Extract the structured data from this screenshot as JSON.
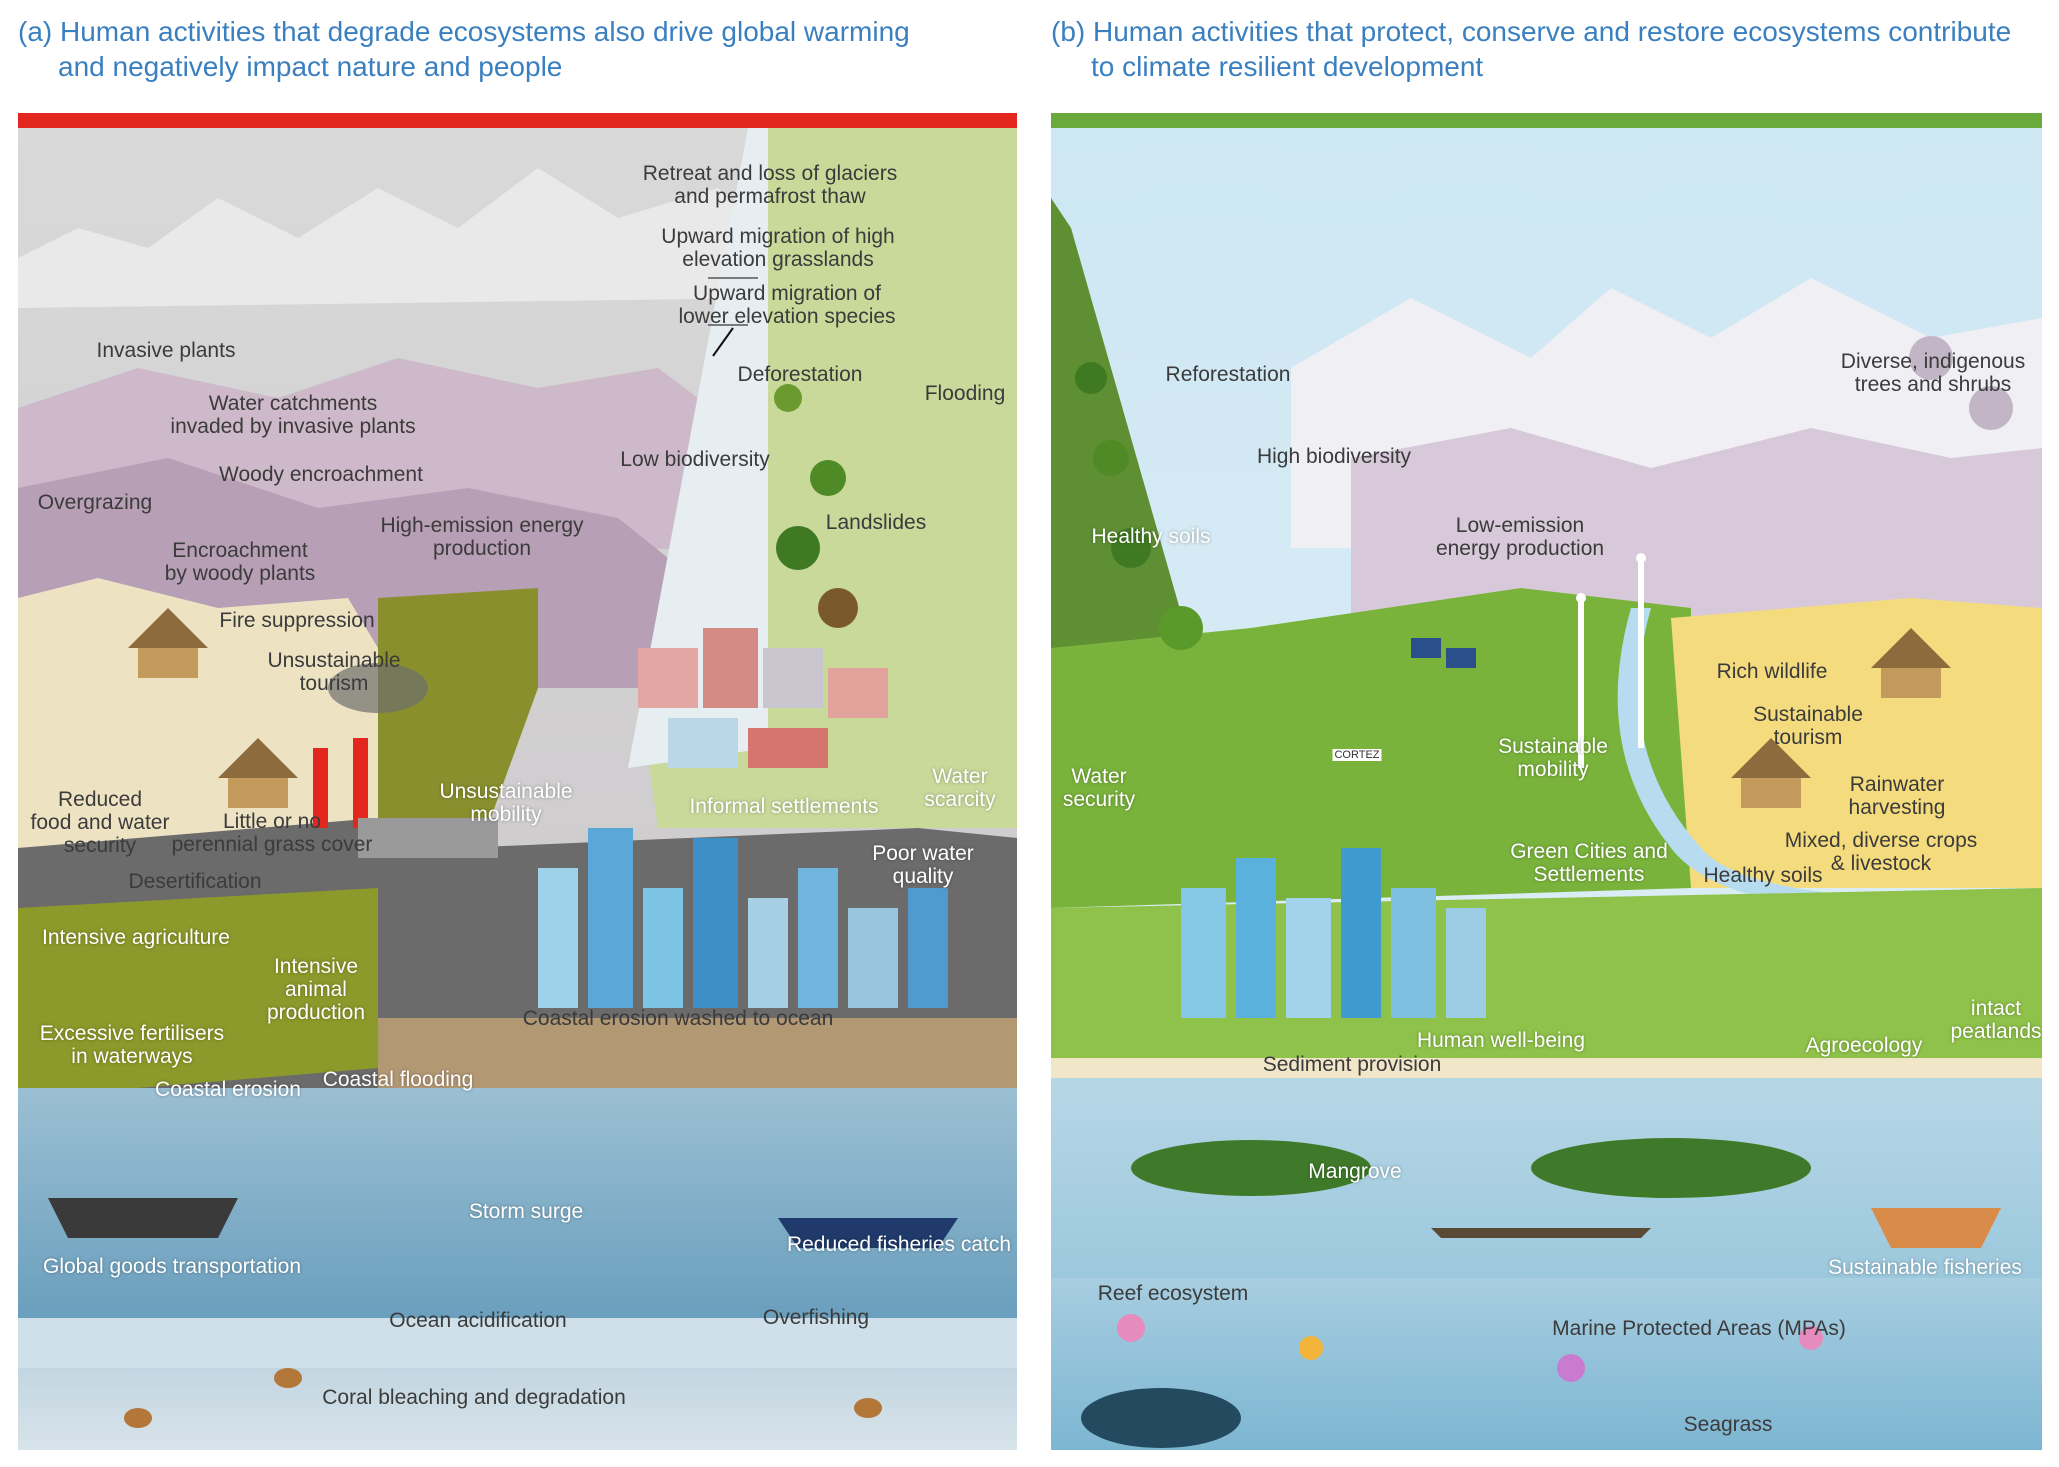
{
  "panel_a": {
    "heading_line1": "(a) Human activities that degrade ecosystems also drive global warming",
    "heading_line2": "and negatively impact nature and people",
    "accent_color": "#e3271e",
    "labels": {
      "retreat_glaciers": [
        "Retreat and loss of glaciers",
        "and permafrost thaw"
      ],
      "upward_grasslands": [
        "Upward migration of high",
        "elevation grasslands"
      ],
      "upward_species": [
        "Upward migration of",
        "lower elevation species"
      ],
      "invasive_plants": [
        "Invasive plants"
      ],
      "water_catchments": [
        "Water catchments",
        "invaded by invasive plants"
      ],
      "deforestation": [
        "Deforestation"
      ],
      "flooding": [
        "Flooding"
      ],
      "woody_encroachment": [
        "Woody encroachment"
      ],
      "low_biodiversity": [
        "Low biodiversity"
      ],
      "overgrazing": [
        "Overgrazing"
      ],
      "high_emission": [
        "High-emission energy",
        "production"
      ],
      "landslides": [
        "Landslides"
      ],
      "encroachment_woody": [
        "Encroachment",
        "by woody plants"
      ],
      "fire_suppression": [
        "Fire suppression"
      ],
      "unsustainable_tourism": [
        "Unsustainable",
        "tourism"
      ],
      "reduced_food": [
        "Reduced",
        "food and water",
        "security"
      ],
      "little_grass": [
        "Little or no",
        "perennial grass cover"
      ],
      "unsustainable_mobility": [
        "Unsustainable",
        "mobility"
      ],
      "informal_settlements": [
        "Informal settlements"
      ],
      "water_scarcity": [
        "Water",
        "scarcity"
      ],
      "poor_water": [
        "Poor water",
        "quality"
      ],
      "desertification": [
        "Desertification"
      ],
      "intensive_agriculture": [
        "Intensive agriculture"
      ],
      "intensive_animal": [
        "Intensive",
        "animal",
        "production"
      ],
      "excessive_fertilisers": [
        "Excessive fertilisers",
        "in waterways"
      ],
      "coastal_erosion_washed": [
        "Coastal erosion washed to ocean"
      ],
      "coastal_erosion": [
        "Coastal erosion"
      ],
      "coastal_flooding": [
        "Coastal flooding"
      ],
      "storm_surge": [
        "Storm surge"
      ],
      "reduced_fisheries": [
        "Reduced fisheries catch"
      ],
      "global_goods": [
        "Global goods transportation"
      ],
      "ocean_acidification": [
        "Ocean acidification"
      ],
      "overfishing": [
        "Overfishing"
      ],
      "coral_bleaching": [
        "Coral bleaching and degradation"
      ]
    }
  },
  "panel_b": {
    "heading_line1": "(b) Human activities that protect, conserve and restore ecosystems contribute",
    "heading_line2": "to climate resilient development",
    "accent_color": "#6aaa3c",
    "labels": {
      "reforestation": [
        "Reforestation"
      ],
      "diverse_trees": [
        "Diverse, indigenous",
        "trees and shrubs"
      ],
      "high_biodiversity": [
        "High biodiversity"
      ],
      "healthy_soils_1": [
        "Healthy soils"
      ],
      "low_emission": [
        "Low-emission",
        "energy production"
      ],
      "rich_wildlife": [
        "Rich wildlife"
      ],
      "sustainable_tourism": [
        "Sustainable",
        "tourism"
      ],
      "sustainable_mobility": [
        "Sustainable",
        "mobility"
      ],
      "water_security": [
        "Water",
        "security"
      ],
      "rainwater": [
        "Rainwater",
        "harvesting"
      ],
      "green_cities": [
        "Green Cities and",
        "Settlements"
      ],
      "mixed_crops": [
        "Mixed, diverse crops",
        "& livestock"
      ],
      "healthy_soils_2": [
        "Healthy soils"
      ],
      "intact_peatlands": [
        "intact",
        "peatlands"
      ],
      "human_wellbeing": [
        "Human well-being"
      ],
      "agroecology": [
        "Agroecology"
      ],
      "sediment_provision": [
        "Sediment provision"
      ],
      "mangrove": [
        "Mangrove"
      ],
      "sustainable_fisheries": [
        "Sustainable fisheries"
      ],
      "reef_ecosystem": [
        "Reef ecosystem"
      ],
      "mpas": [
        "Marine Protected Areas (MPAs)"
      ],
      "seagrass": [
        "Seagrass"
      ],
      "cargo_label": [
        "CORTEZ"
      ]
    }
  }
}
